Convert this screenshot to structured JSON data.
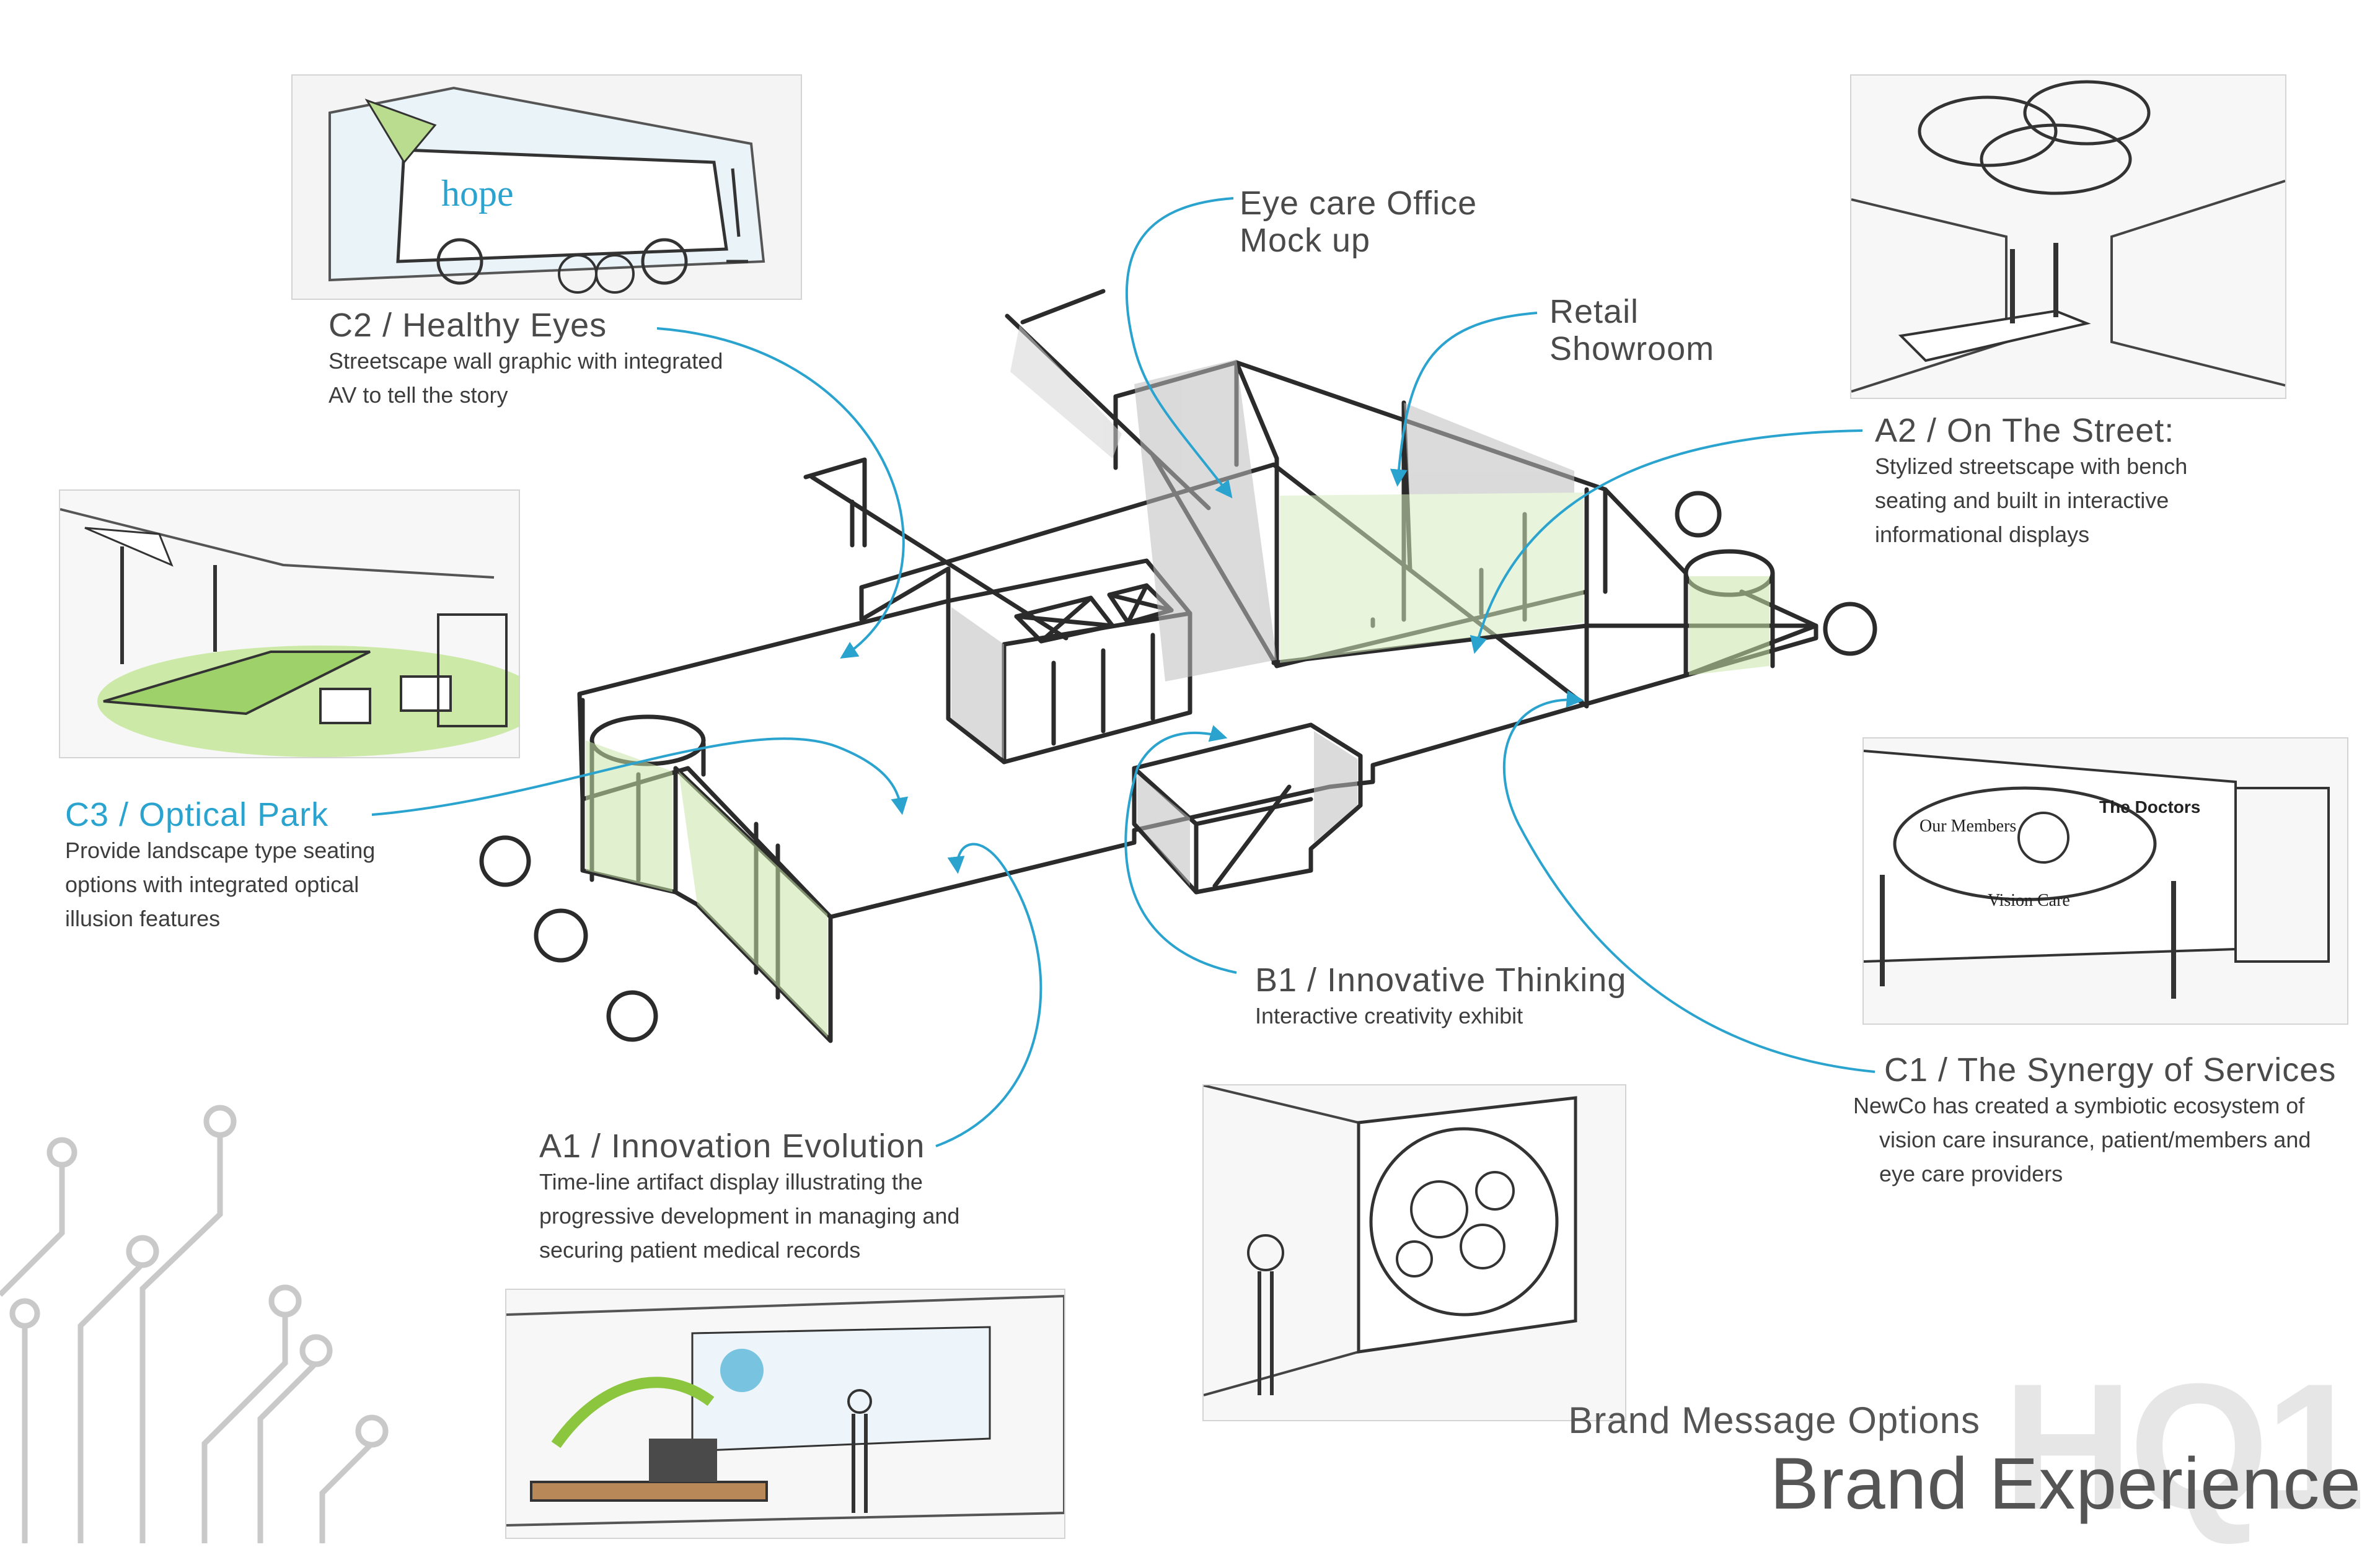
{
  "callouts": {
    "c2": {
      "title": "C2 / Healthy Eyes",
      "lines": [
        "Streetscape wall graphic with integrated",
        "AV to tell the story"
      ]
    },
    "c3": {
      "title": "C3 / Optical Park",
      "lines": [
        "Provide landscape type seating",
        "options with integrated optical",
        "illusion features"
      ]
    },
    "eye_care": {
      "lines": [
        "Eye care Office",
        "Mock up"
      ]
    },
    "retail": {
      "lines": [
        "Retail",
        "Showroom"
      ]
    },
    "a2": {
      "title": "A2 / On The Street:",
      "lines": [
        "Stylized streetscape with bench",
        "seating and built in interactive",
        "informational displays"
      ]
    },
    "b1": {
      "title": "B1 / Innovative Thinking",
      "lines": [
        "Interactive creativity exhibit"
      ]
    },
    "c1": {
      "title": "C1 / The Synergy of Services",
      "lines": [
        "NewCo has created a symbiotic ecosystem of",
        "vision care insurance, patient/members and",
        "eye care providers"
      ]
    },
    "a1": {
      "title": "A1 / Innovation Evolution",
      "lines": [
        "Time-line artifact display illustrating the",
        "progressive development in managing and",
        "securing patient medical records"
      ]
    }
  },
  "sketch_texts": {
    "hope": "hope",
    "our_members": "Our Members",
    "the_doctors": "The Doctors",
    "vision_care": "Vision Care"
  },
  "footer": {
    "subtitle": "Brand Message Options",
    "title": "Brand Experience",
    "mark": "HQ1"
  },
  "colors": {
    "accent": "#2aa3cf",
    "line": "#2b2b2b",
    "green": "#a9d67a",
    "gray_fill": "#bdbdbd",
    "circuit": "#c9c9c9"
  }
}
